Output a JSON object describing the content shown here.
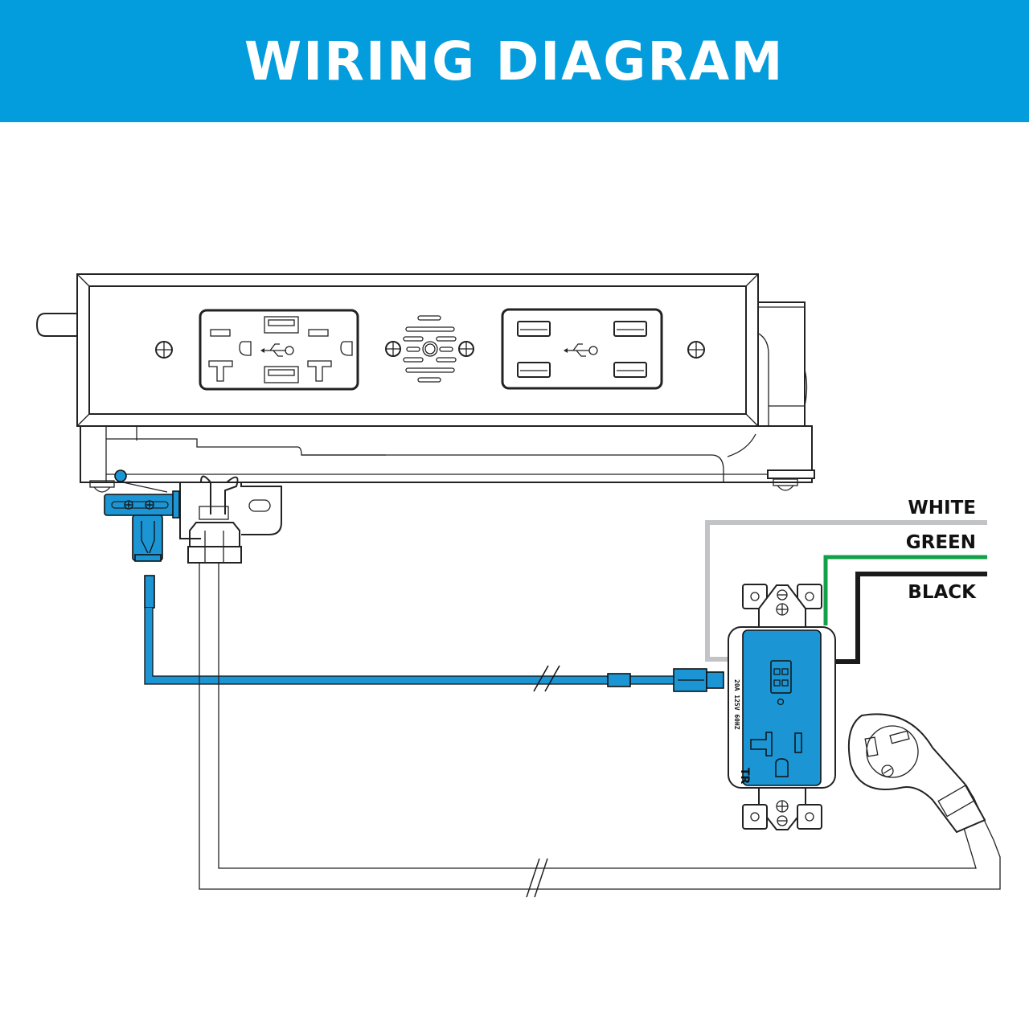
{
  "header": {
    "title": "WIRING DIAGRAM"
  },
  "colors": {
    "banner": "#039cdd",
    "accent_blue": "#1b95d4",
    "wire_white": "#c2c3c6",
    "wire_green": "#12a048",
    "wire_black": "#1a1a1a",
    "line": "#222222"
  },
  "wires": [
    {
      "name": "white",
      "label": "WHITE",
      "color": "#c2c3c6"
    },
    {
      "name": "green",
      "label": "GREEN",
      "color": "#12a048"
    },
    {
      "name": "black",
      "label": "BLACK",
      "color": "#1a1a1a"
    }
  ],
  "components": {
    "power_unit": {
      "name": "desktop power module",
      "left_outlet": {
        "type": "20A duplex with USB",
        "icon": "usb-icon"
      },
      "center": {
        "type": "vent grille with screws"
      },
      "right_outlet": {
        "type": "4-port USB",
        "icon": "usb-icon"
      }
    },
    "switch": {
      "name": "micro switch",
      "color": "#1b95d4"
    },
    "receptacle": {
      "rating_text": "20A 125V 60HZ",
      "tr_mark": "TR"
    },
    "plug": {
      "name": "right-angle plug"
    }
  },
  "icons": [
    "usb-icon",
    "screw-icon",
    "plug-icon",
    "connector-icon"
  ]
}
